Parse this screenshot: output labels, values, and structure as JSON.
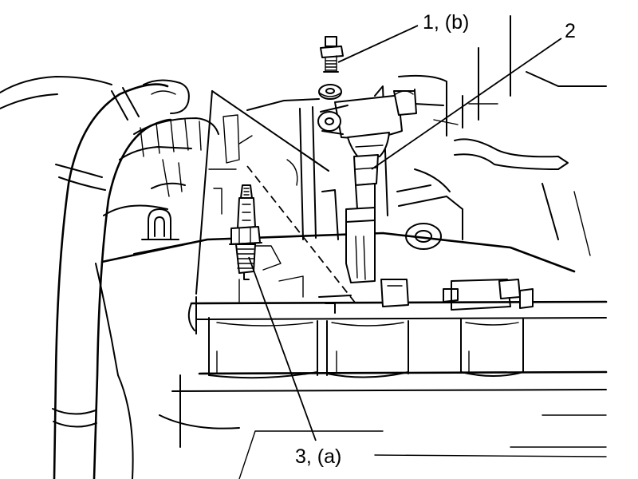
{
  "diagram": {
    "callouts": {
      "one": "1, (b)",
      "two": "2",
      "three": "3, (a)"
    },
    "ink_color": "#000000",
    "background_color": "#ffffff"
  }
}
